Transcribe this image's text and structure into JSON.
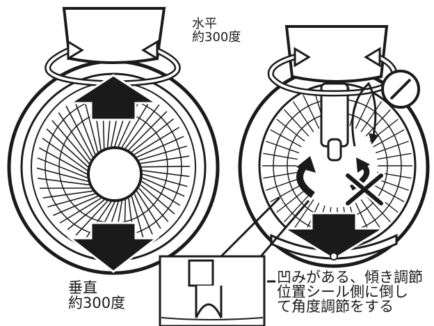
{
  "labels": {
    "horizontal": [
      "水平",
      "約300度"
    ],
    "vertical": [
      "垂直",
      "約300度"
    ],
    "note": [
      "凹みがある、傾き調節",
      "位置シール側に倒し",
      "て角度調節をする"
    ]
  },
  "colors": {
    "ink": "#1a1a1a",
    "paper": "#ffffff",
    "cross": "#1a1a1a"
  },
  "icons": [
    "rotate-arrow-icon",
    "up-arrow-icon",
    "down-arrow-icon",
    "ok-circle-icon",
    "ng-cross-icon",
    "fan-blade-icon"
  ]
}
